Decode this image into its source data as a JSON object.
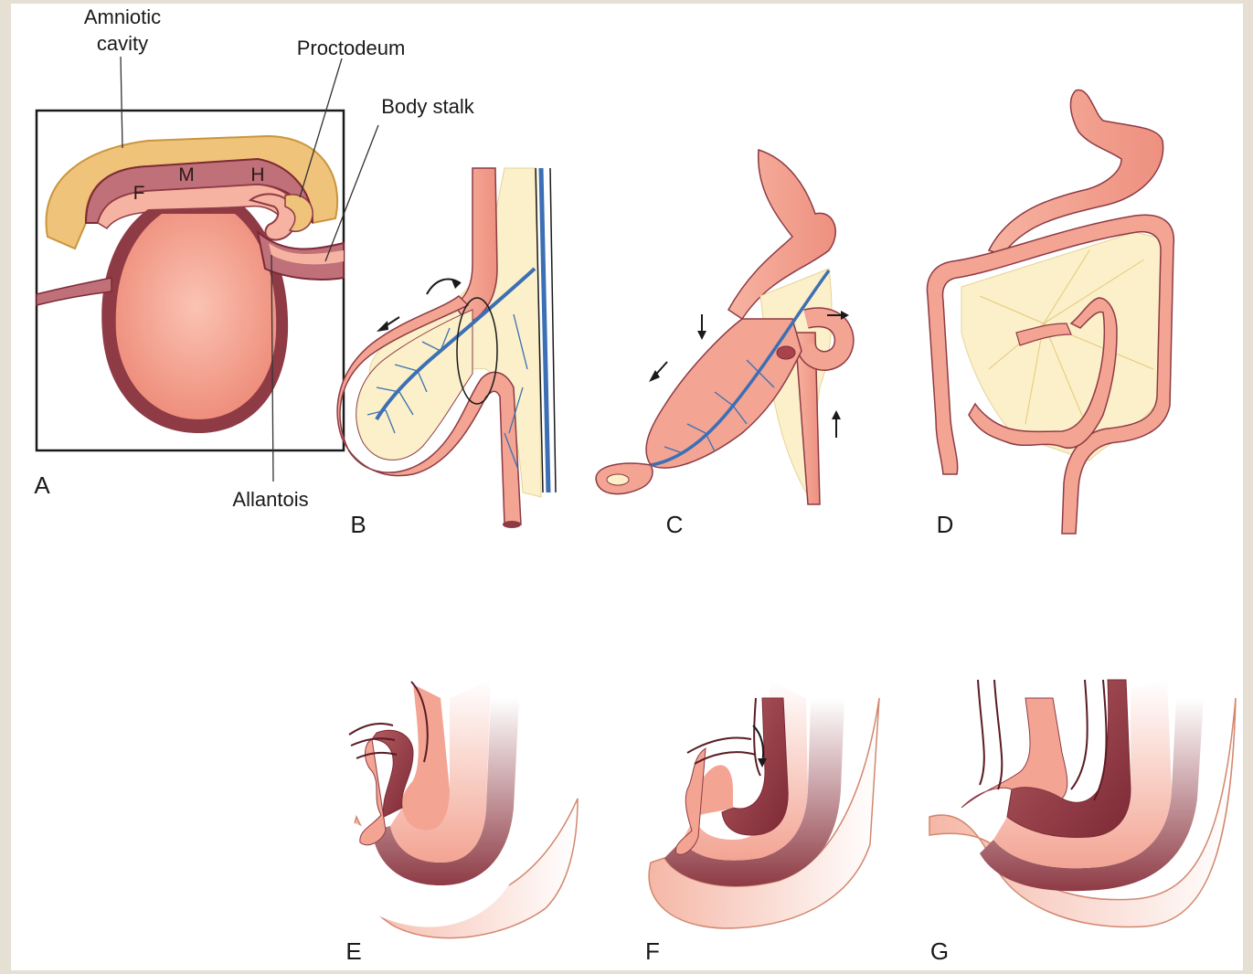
{
  "labels": {
    "amniotic_line1": "Amniotic",
    "amniotic_line2": "cavity",
    "proctodeum": "Proctodeum",
    "body_stalk": "Body stalk",
    "allantois": "Allantois",
    "foregut": "F",
    "midgut": "M",
    "hindgut": "H"
  },
  "panels": {
    "a": "A",
    "b": "B",
    "c": "C",
    "d": "D",
    "e": "E",
    "f": "F",
    "g": "G"
  },
  "colors": {
    "page_bg": "#e6dfd3",
    "tissue": "#f4a08e",
    "tissue_dark": "#8e3b45",
    "tissue_mid": "#c86a6e",
    "amnion": "#f0c37a",
    "mesentery": "#fbf0c9",
    "vessel": "#3c6fb4"
  }
}
